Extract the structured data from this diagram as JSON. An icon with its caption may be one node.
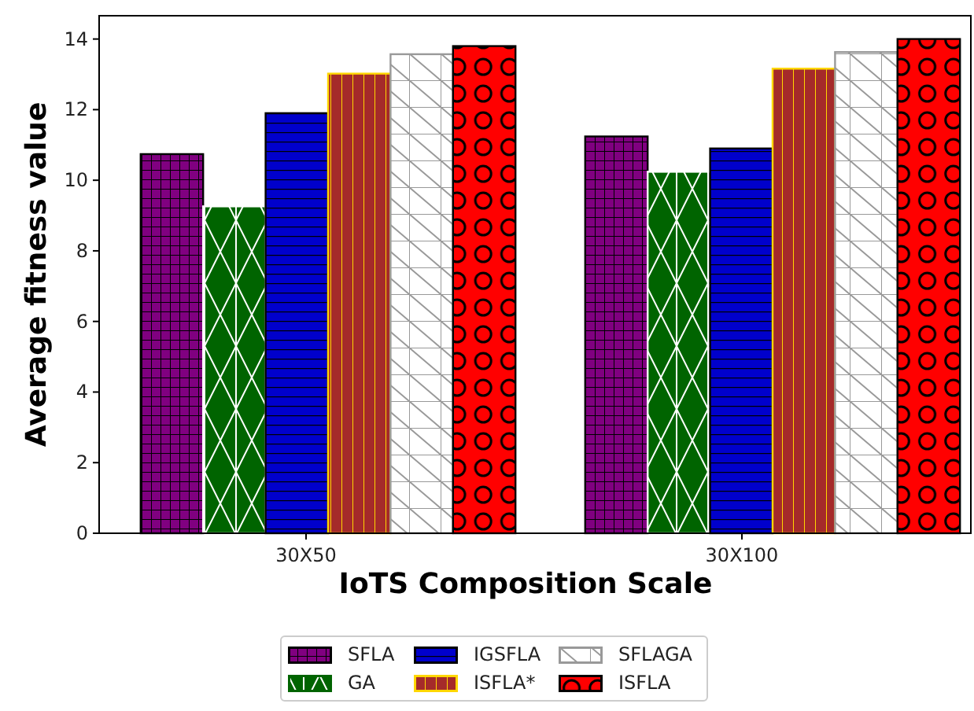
{
  "diagram": {
    "chart_data": {
      "type": "bar",
      "xlabel": "IoTS Composition Scale",
      "ylabel": "Average fitness value",
      "categories": [
        "30X50",
        "30X100"
      ],
      "ylim": [
        0,
        14.66
      ],
      "yticks": [
        0,
        2,
        4,
        6,
        8,
        10,
        12,
        14
      ],
      "series": [
        {
          "name": "SFLA",
          "color": "#800080",
          "values": [
            10.74,
            11.24
          ]
        },
        {
          "name": "GA",
          "color": "#006400",
          "values": [
            9.26,
            10.24
          ]
        },
        {
          "name": "IGSFLA",
          "color": "#0000cc",
          "values": [
            11.9,
            10.9
          ]
        },
        {
          "name": "ISFLA*",
          "color": "#a52a2a",
          "values": [
            13.02,
            13.16
          ]
        },
        {
          "name": "SFLAGA",
          "color": "#ffffff",
          "values": [
            13.57,
            13.63
          ]
        },
        {
          "name": "ISFLA",
          "color": "#ff0000",
          "values": [
            13.8,
            14.0
          ]
        }
      ]
    }
  }
}
